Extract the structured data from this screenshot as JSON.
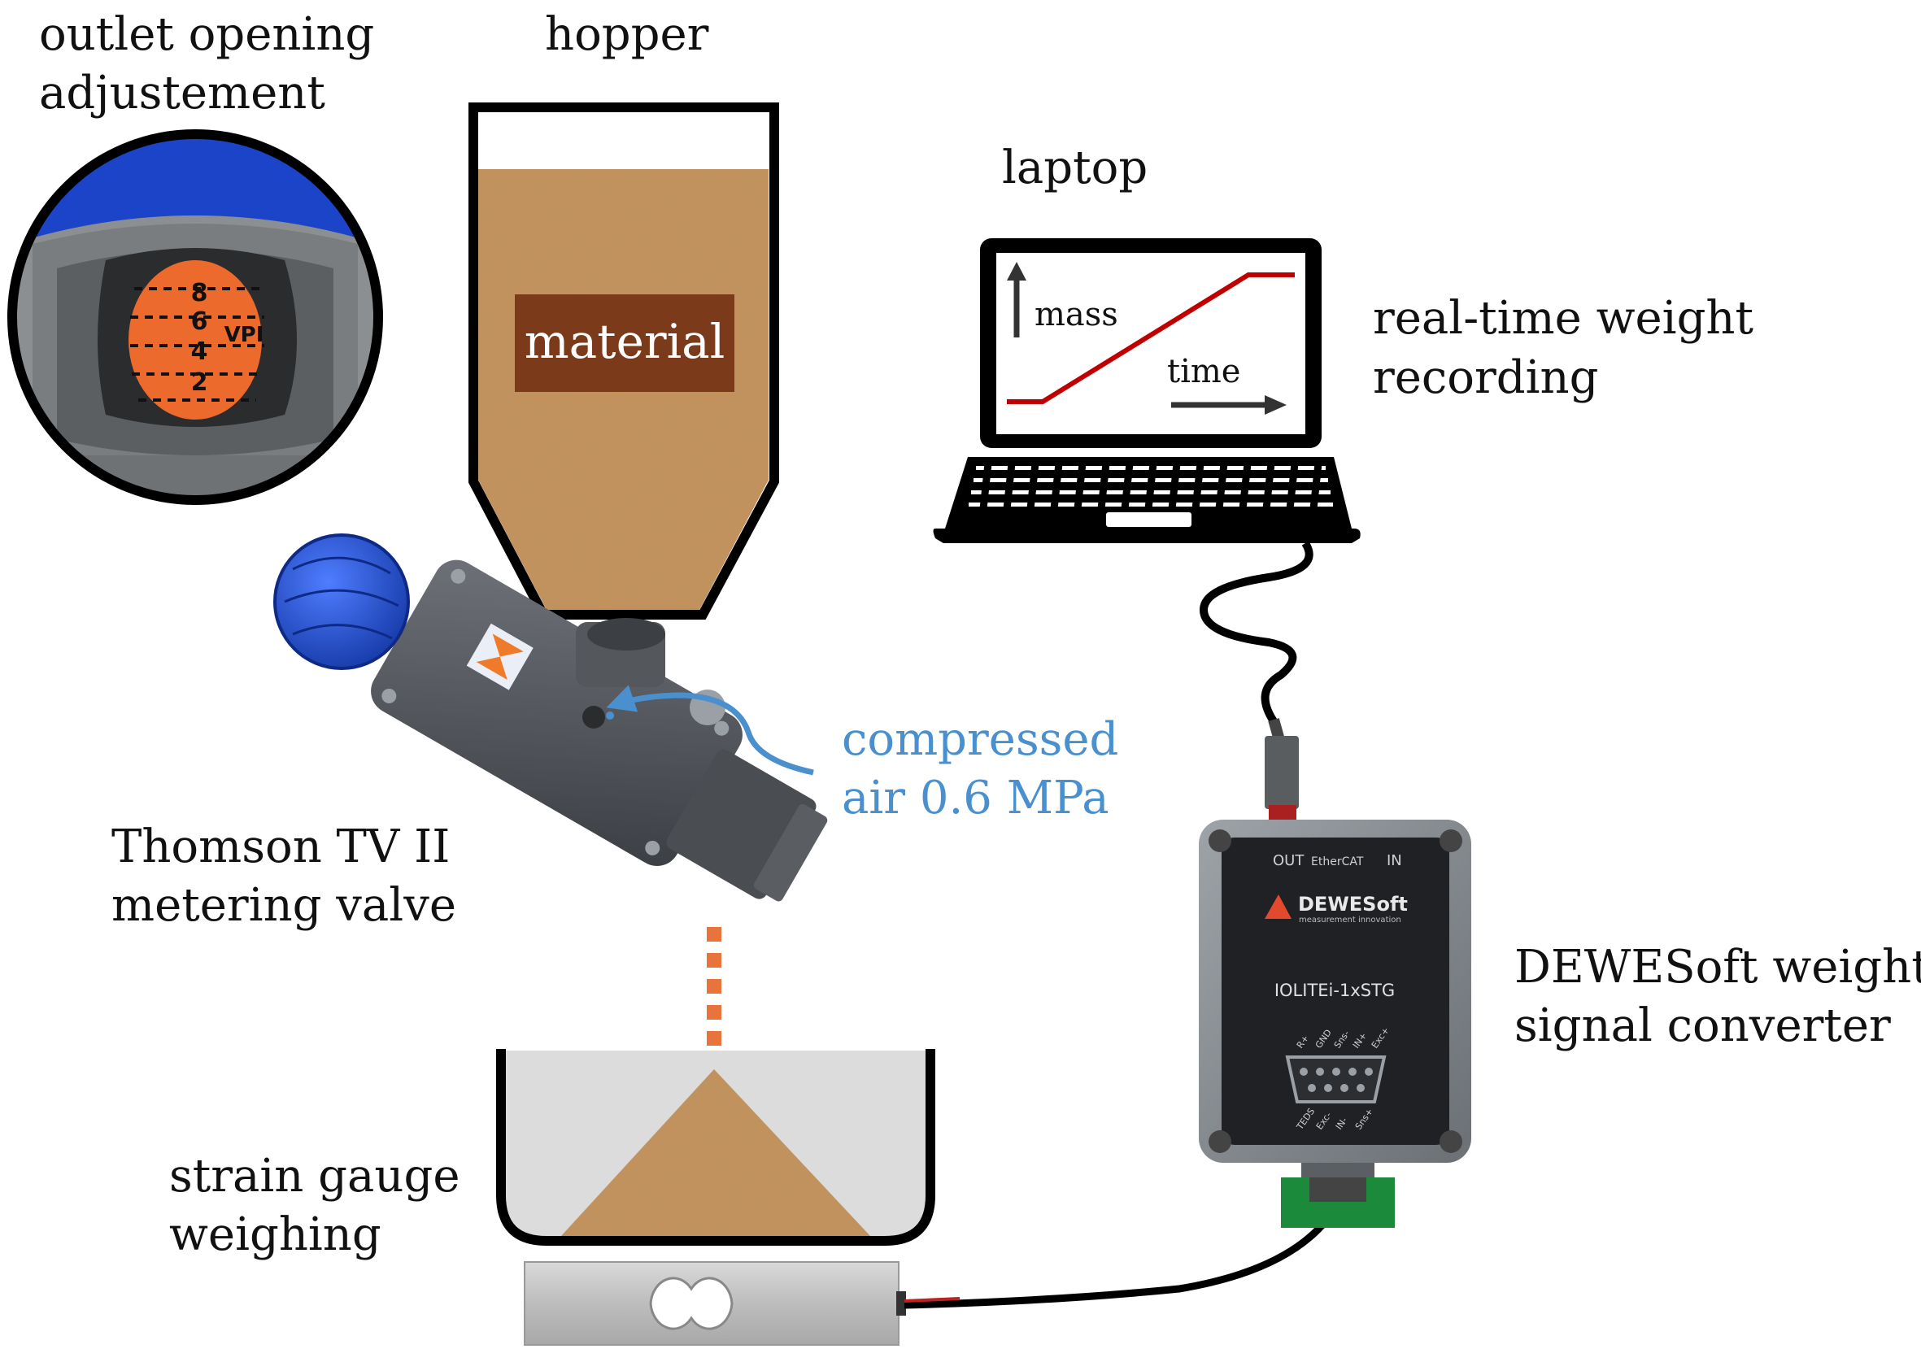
{
  "labels": {
    "outlet_line1": "outlet opening",
    "outlet_line2": "adjustement",
    "hopper": "hopper",
    "material": "material",
    "laptop": "laptop",
    "realtime_line1": "real-time weight",
    "realtime_line2": "recording",
    "compressed_line1": "compressed",
    "compressed_line2": "air 0.6 MPa",
    "valve_line1": "Thomson TV II",
    "valve_line2": "metering valve",
    "strain_line1": "strain gauge",
    "strain_line2": "weighing",
    "dewesoft_line1": "DEWESoft weight",
    "dewesoft_line2": "signal converter"
  },
  "screen": {
    "mass_label": "mass",
    "time_label": "time"
  },
  "adjuster_dial": {
    "scale": [
      "8",
      "6",
      "4",
      "2"
    ],
    "marking": "VPI"
  },
  "converter_device": {
    "port_out": "OUT",
    "bus": "EtherCAT",
    "port_in": "IN",
    "brand": "DEWESoft",
    "tagline": "measurement innovation",
    "model": "IOLITEi-1xSTG",
    "pins_top": [
      "R+",
      "GND",
      "Sns-",
      "IN+",
      "Exc+"
    ],
    "pins_bottom": [
      "TEDS",
      "Exc-",
      "IN-",
      "Sns+"
    ]
  },
  "colors": {
    "material": "#c4915a",
    "material_label_bg": "#7b3a1a",
    "plot_line": "#c00000",
    "air_arrow": "#4a90cf",
    "flow_dashes": "#e8743b",
    "valve_cap": "#1f4fd1",
    "adjuster_label": "#ec6a2c"
  }
}
